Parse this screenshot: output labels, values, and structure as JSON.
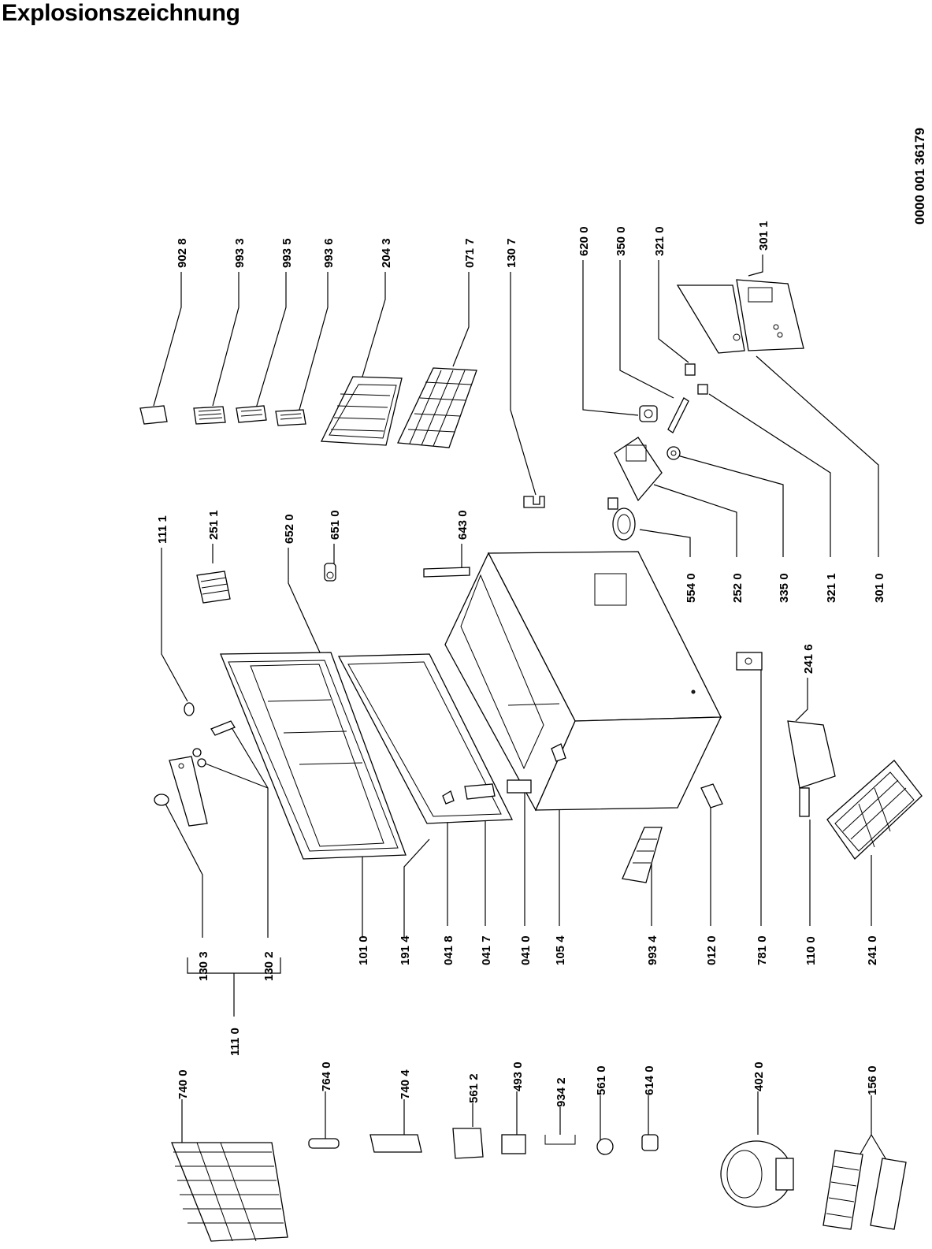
{
  "title": "Explosionszeichnung",
  "doc_number": "0000 001 36179",
  "part_labels": {
    "p9028": "902 8",
    "p9933": "993 3",
    "p9935": "993 5",
    "p9936": "993 6",
    "p2043": "204 3",
    "p0717": "071 7",
    "p1307": "130 7",
    "p6200": "620 0",
    "p3500": "350 0",
    "p3210": "321 0",
    "p3011": "301 1",
    "p1111": "111 1",
    "p2511": "251 1",
    "p6520": "652 0",
    "p6510": "651 0",
    "p6430": "643 0",
    "p5540": "554 0",
    "p2520": "252 0",
    "p3350": "335 0",
    "p3211": "321 1",
    "p3010": "301 0",
    "p2416": "241 6",
    "p1303": "130 3",
    "p1302": "130 2",
    "p1010": "101 0",
    "p1914": "191 4",
    "p0418": "041 8",
    "p0417": "041 7",
    "p0410": "041 0",
    "p1054": "105 4",
    "p9934": "993 4",
    "p0120": "012 0",
    "p7810": "781 0",
    "p1100": "110 0",
    "p2410": "241 0",
    "p1110": "111 0",
    "p7400": "740 0",
    "p7640": "764 0",
    "p7404": "740 4",
    "p5612": "561 2",
    "p4930": "493 0",
    "p9342": "934 2",
    "p5610": "561 0",
    "p6140": "614 0",
    "p4020": "402 0",
    "p1560": "156 0"
  }
}
